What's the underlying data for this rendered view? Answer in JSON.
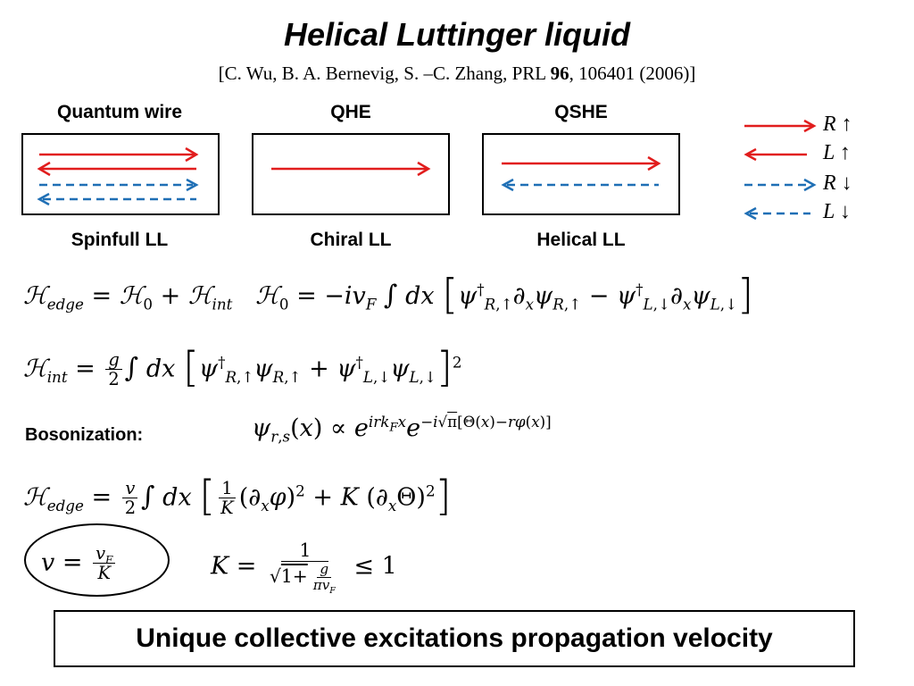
{
  "slide": {
    "title": "Helical Luttinger liquid",
    "citation_pre": "[C. Wu, B. A. Bernevig, S. –C. Zhang, PRL ",
    "citation_vol": "96",
    "citation_post": ", 106401 (2006)]"
  },
  "panels": [
    {
      "top_label": "Quantum wire",
      "bottom_label": "Spinfull LL"
    },
    {
      "top_label": "QHE",
      "bottom_label": "Chiral LL"
    },
    {
      "top_label": "QSHE",
      "bottom_label": "Helical LL"
    }
  ],
  "legend": [
    {
      "label": "R ↑",
      "color": "#e11d1d",
      "style": "solid",
      "direction": "right"
    },
    {
      "label": "L ↑",
      "color": "#e11d1d",
      "style": "solid",
      "direction": "left"
    },
    {
      "label": "R ↓",
      "color": "#1f6fb5",
      "style": "dashed",
      "direction": "right"
    },
    {
      "label": "L ↓",
      "color": "#1f6fb5",
      "style": "dashed",
      "direction": "left"
    }
  ],
  "colors": {
    "red": "#e11d1d",
    "blue": "#1f6fb5"
  },
  "bosonization_label": "Bosonization:",
  "summary": "Unique collective excitations propagation velocity"
}
